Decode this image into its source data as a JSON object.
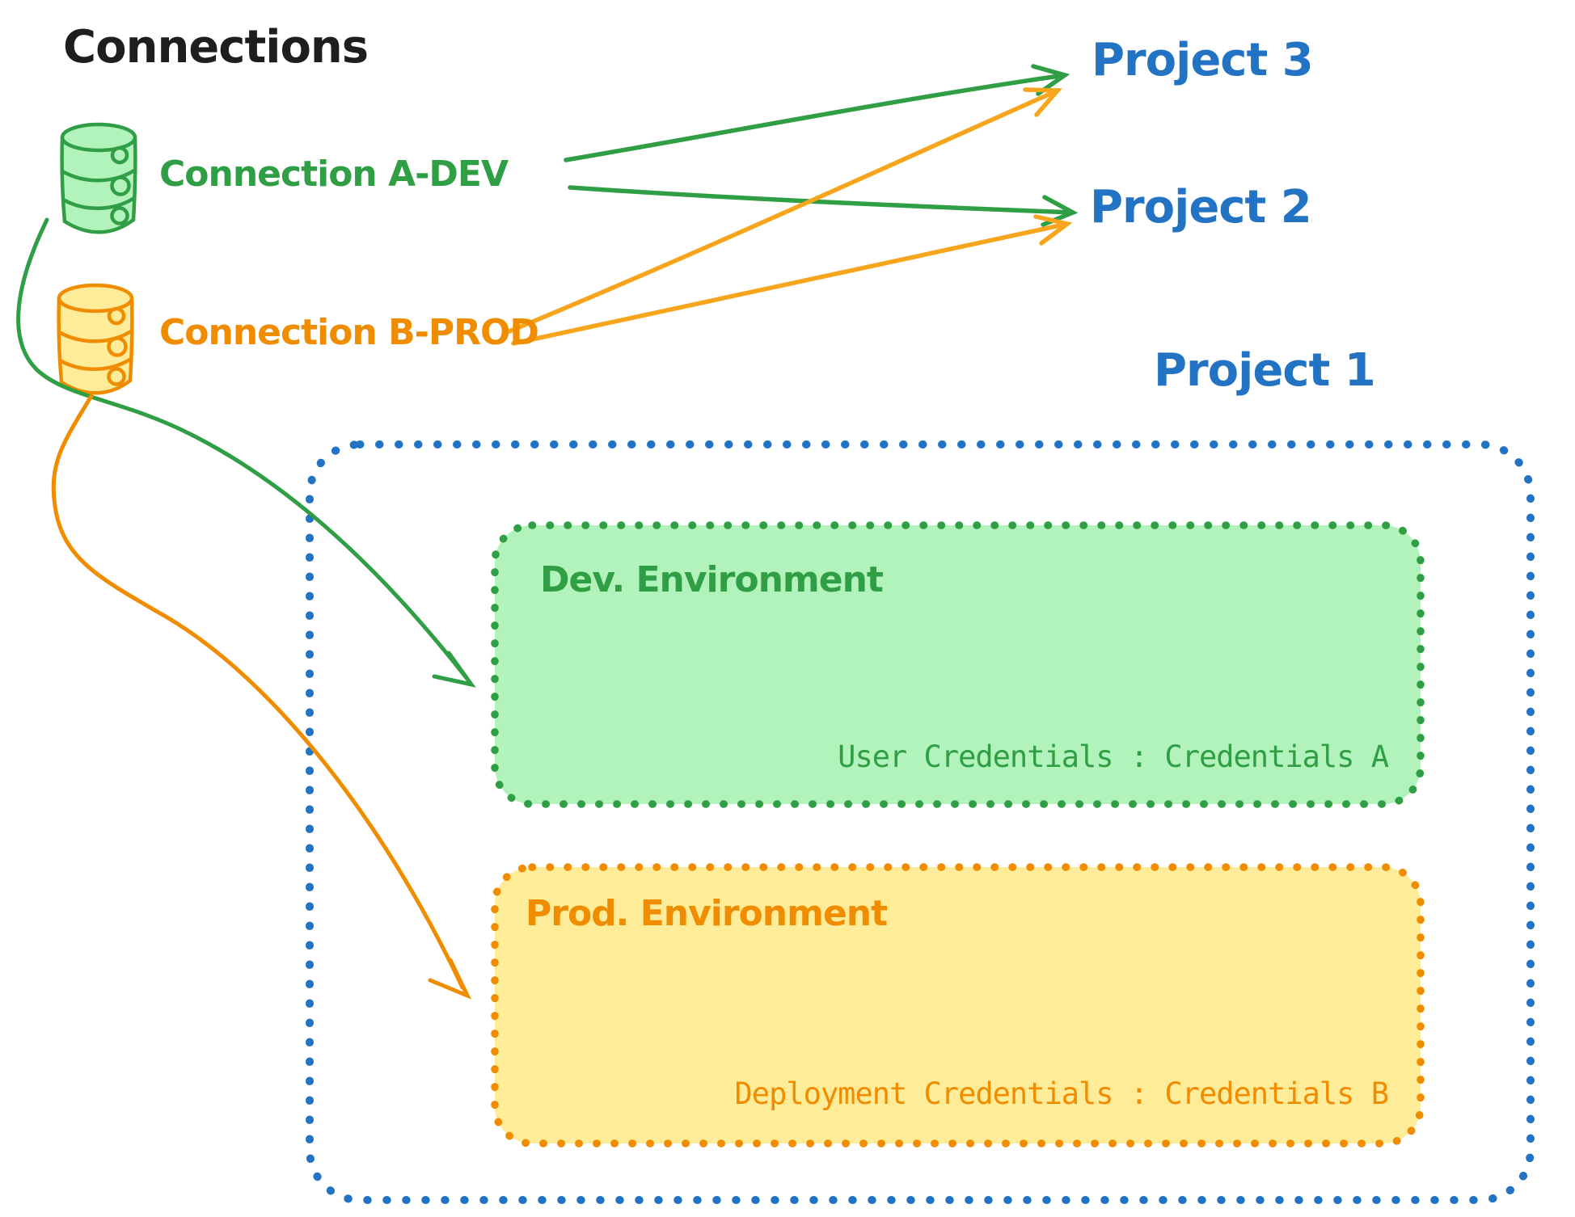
{
  "title": "Connections",
  "connections": {
    "a_dev": "Connection A-DEV",
    "b_prod": "Connection B-PROD"
  },
  "projects": {
    "p1": "Project 1",
    "p2": "Project 2",
    "p3": "Project 3"
  },
  "dev_env": {
    "title": "Dev. Environment",
    "credentials": "User Credentials : Credentials A"
  },
  "prod_env": {
    "title": "Prod. Environment",
    "credentials": "Deployment Credentials : Credentials B"
  },
  "edges": [
    {
      "from": "Connection A-DEV",
      "to": "Project 3",
      "color": "green"
    },
    {
      "from": "Connection A-DEV",
      "to": "Project 2",
      "color": "green"
    },
    {
      "from": "Connection B-PROD",
      "to": "Project 3",
      "color": "orange"
    },
    {
      "from": "Connection B-PROD",
      "to": "Project 2",
      "color": "orange"
    },
    {
      "from": "Connection A-DEV",
      "to": "Dev. Environment (Project 1)",
      "color": "green"
    },
    {
      "from": "Connection B-PROD",
      "to": "Prod. Environment (Project 1)",
      "color": "orange"
    }
  ],
  "icons": {
    "dev_connection": "database-cylinder-icon",
    "prod_connection": "database-cylinder-icon"
  },
  "colors": {
    "ink": "#1e1e1e",
    "green": "#2f9e44",
    "green-fill": "#b2f2bb",
    "orange": "#f08c00",
    "orange-arrow": "#f6a51c",
    "yellow-fill": "#ffec99",
    "blue": "#2273c4",
    "bg": "#ffffff"
  }
}
